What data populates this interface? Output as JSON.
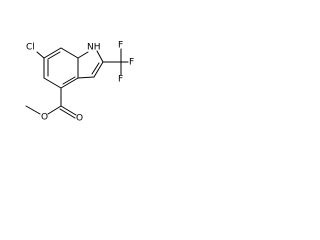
{
  "molecule": {
    "atoms": {
      "chlorine": "Cl",
      "nh": "NH",
      "fluorine_top": "F",
      "fluorine_right": "F",
      "fluorine_bottom": "F",
      "carbonyl_oxygen": "O",
      "ester_oxygen": "O"
    }
  }
}
